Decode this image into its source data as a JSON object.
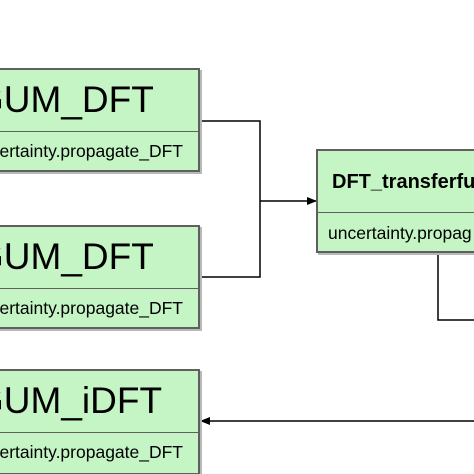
{
  "nodes": {
    "gum_dft_1": {
      "title": "GUM_DFT",
      "method": "ncertainty.propagate_DFT"
    },
    "gum_dft_2": {
      "title": "GUM_DFT",
      "method": "ncertainty.propagate_DFT"
    },
    "gum_idft": {
      "title": "GUM_iDFT",
      "method": "ncertainty.propagate_DFT"
    },
    "dft_transfer": {
      "title": "DFT_transferfu",
      "method": "uncertainty.propag"
    }
  },
  "colors": {
    "node_fill": "#c5f5c5",
    "node_border": "#5f5f5f",
    "connector": "#000000"
  }
}
